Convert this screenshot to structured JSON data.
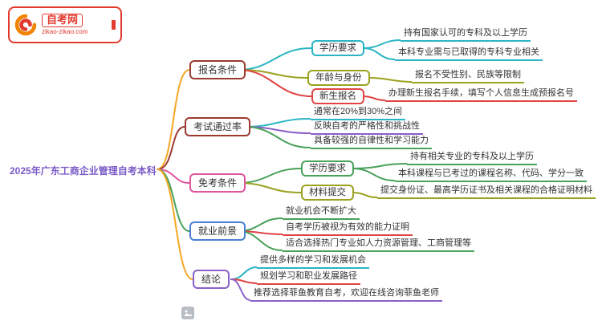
{
  "logo": {
    "title": "自考网",
    "domain": "zikao-zikao.com"
  },
  "root": {
    "label": "2025年广东工商企业管理自考本科"
  },
  "branches": [
    {
      "label": "报名条件",
      "children": [
        {
          "label": "学历要求",
          "leaves": [
            "持有国家认可的专科及以上学历",
            "本科专业需与已取得的专科专业相关"
          ]
        },
        {
          "label": "年龄与身份",
          "leaves": [
            "报名不受性别、民族等限制"
          ]
        },
        {
          "label": "新生报名",
          "leaves": [
            "办理新生报名手续，填写个人信息生成预报名号"
          ]
        }
      ]
    },
    {
      "label": "考试通过率",
      "leaves": [
        "通常在20%到30%之间",
        "反映自考的严格性和挑战性",
        "具备较强的自律性和学习能力"
      ]
    },
    {
      "label": "免考条件",
      "children": [
        {
          "label": "学历要求",
          "leaves": [
            "持有相关专业的专科及以上学历",
            "本科课程与已考过的课程名称、代码、学分一致"
          ]
        },
        {
          "label": "材料提交",
          "leaves": [
            "提交身份证、最高学历证书及相关课程的合格证明材料"
          ]
        }
      ]
    },
    {
      "label": "就业前景",
      "leaves": [
        "就业机会不断扩大",
        "自考学历被视为有效的能力证明",
        "适合选择热门专业如人力资源管理、工商管理等"
      ]
    },
    {
      "label": "结论",
      "leaves": [
        "提供多样的学习和发展机会",
        "规划学习和职业发展路径",
        "推荐选择菲鱼教育自考，欢迎在线咨询菲鱼老师"
      ]
    }
  ],
  "palette": {
    "orange": "#f5a623",
    "dark_red": "#9b3b30",
    "cyan": "#2ab5c4",
    "olive": "#9aa21f",
    "red": "#e04444",
    "green": "#49a25a",
    "pink": "#e0559f",
    "blue": "#4a7fd4",
    "purple": "#8a5fc7",
    "logo_red": "#e23a2e",
    "root_text": "#7b5bc7"
  }
}
